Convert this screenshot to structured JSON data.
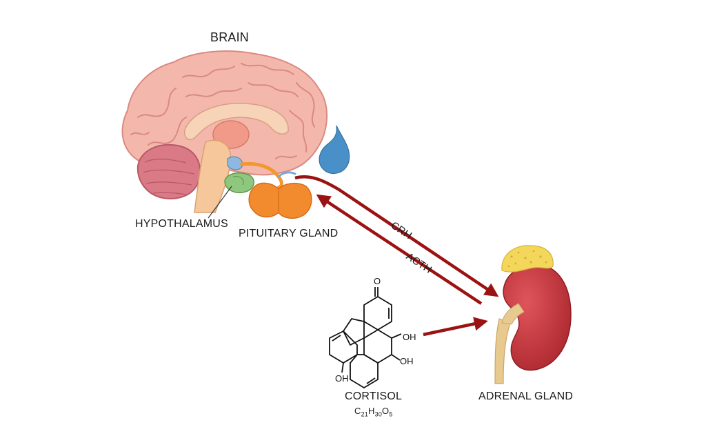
{
  "labels": {
    "brain": "BRAIN",
    "hypothalamus": "HYPOTHALAMUS",
    "pituitary": "PITUITARY GLAND",
    "adrenal": "ADRENAL GLAND",
    "cortisol": "CORTISOL"
  },
  "formula": {
    "c": "C",
    "c_sub": "21",
    "h": "H",
    "h_sub": "30",
    "o": "O",
    "o_sub": "5"
  },
  "arrows": {
    "crh": "CRH",
    "acth": "ACTH"
  },
  "molecule": {
    "ketone": "O",
    "oh1": "OH",
    "oh2": "OH",
    "oh3": "OH"
  },
  "colors": {
    "arrow": "#9b1212",
    "brain": "#f2b3a8",
    "brain_outline": "#d98a80",
    "pituitary": "#f28a2e",
    "hypothalamus": "#8fc77f",
    "kidney": "#c8333a",
    "adrenal_cap": "#f3d75a",
    "drop": "#4a90c8"
  }
}
